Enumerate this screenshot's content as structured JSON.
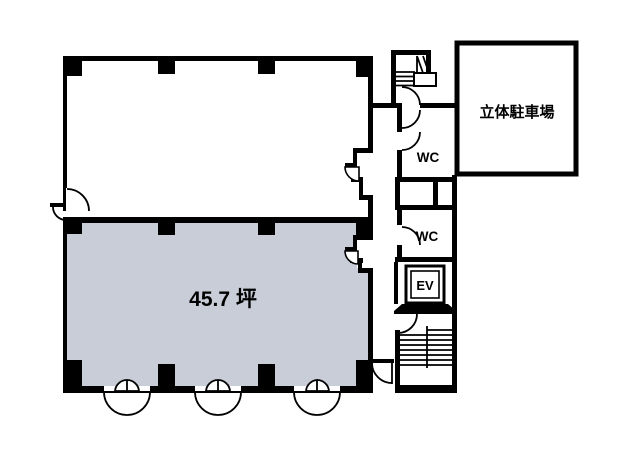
{
  "floor_plan": {
    "rooms": {
      "main_room": {
        "label": "45.7 坪"
      },
      "parking": {
        "label": "立体駐車場"
      },
      "wc_upper": {
        "label": "WC"
      },
      "wc_lower": {
        "label": "WC"
      },
      "elevator": {
        "label": "EV"
      }
    },
    "colors": {
      "wall": "#000000",
      "room_fill": "#c8cdd8",
      "background": "#ffffff"
    }
  }
}
